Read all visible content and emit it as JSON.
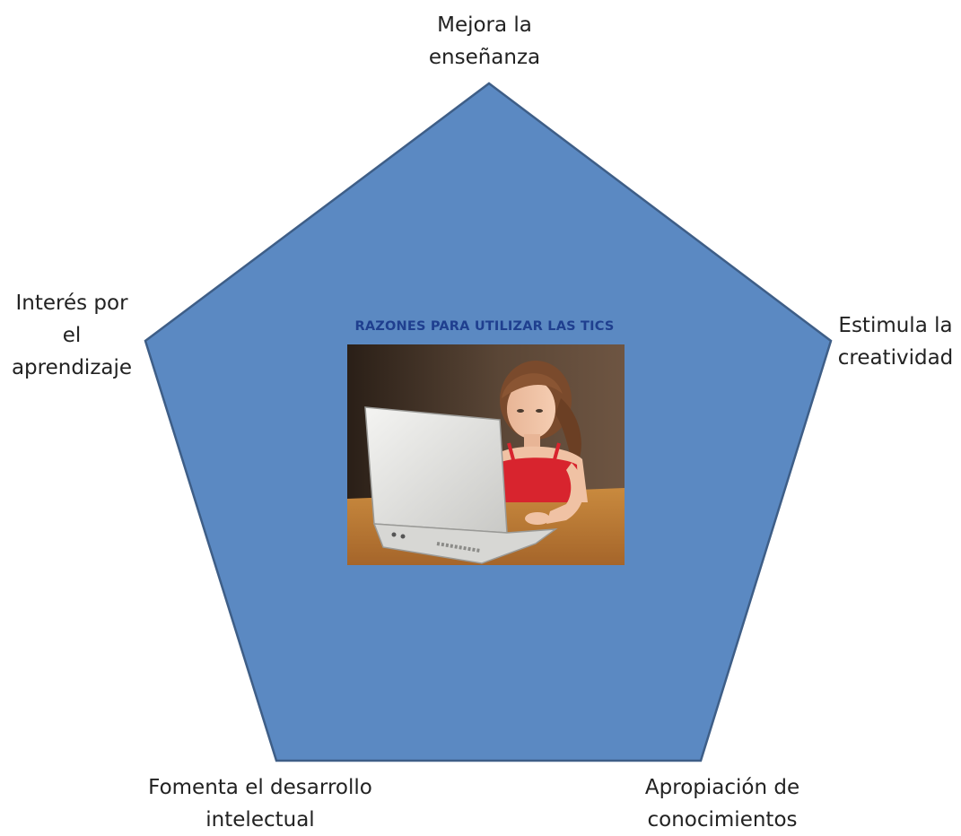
{
  "diagram": {
    "center_title": "RAZONES PARA UTILIZAR LAS TICS",
    "photo_description_icon": "child-with-laptop-photo",
    "colors": {
      "pentagon_fill": "#5B89C2",
      "pentagon_stroke": "#3E5E87",
      "title_color": "#1F3F8F"
    },
    "reasons": [
      {
        "id": "top",
        "text": "Mejora la\nenseñanza"
      },
      {
        "id": "right",
        "text": "Estimula la\ncreatividad"
      },
      {
        "id": "bottom_right",
        "text": "Apropiación de\nconocimientos"
      },
      {
        "id": "bottom_left",
        "text": "Fomenta el desarrollo\nintelectual"
      },
      {
        "id": "left",
        "text": "Interés por\nel\naprendizaje"
      }
    ]
  }
}
